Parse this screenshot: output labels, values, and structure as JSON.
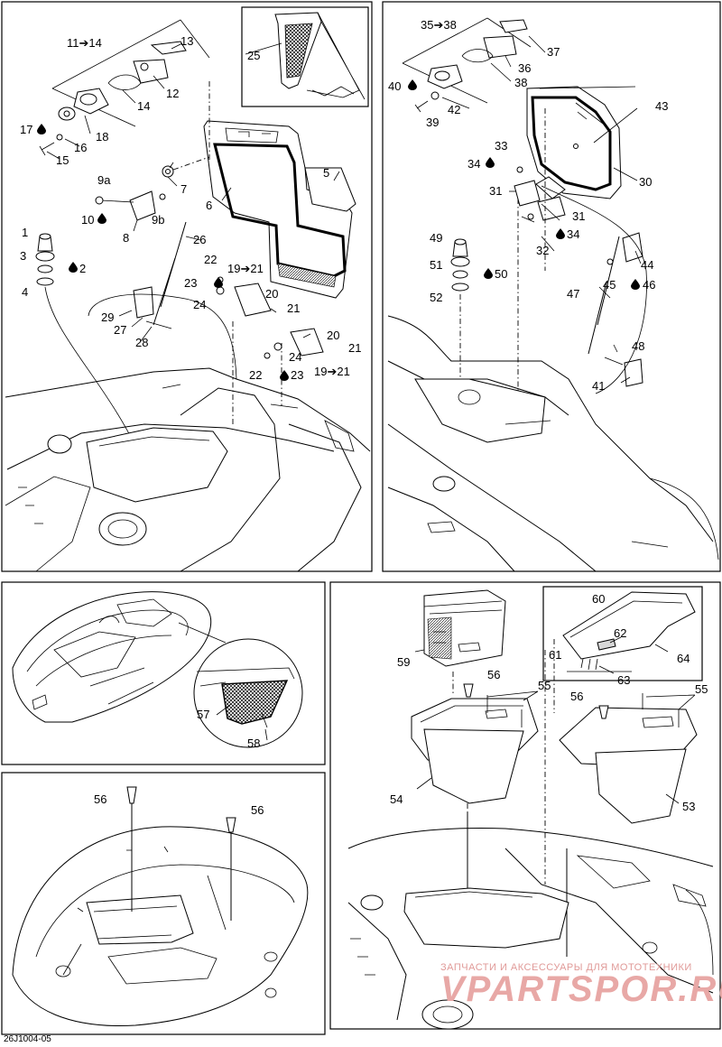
{
  "diagram": {
    "code": "26J1004-05",
    "callouts": {
      "c1": "1",
      "c2": "2",
      "c3": "3",
      "c4": "4",
      "c5": "5",
      "c6": "6",
      "c7": "7",
      "c8": "8",
      "c9a": "9a",
      "c9b": "9b",
      "c10": "10",
      "c11_14": "11➔14",
      "c12": "12",
      "c13": "13",
      "c14": "14",
      "c15": "15",
      "c16": "16",
      "c17": "17",
      "c18": "18",
      "c19_21a": "19➔21",
      "c19_21b": "19➔21",
      "c20a": "20",
      "c20b": "20",
      "c21a": "21",
      "c21b": "21",
      "c22a": "22",
      "c22b": "22",
      "c23a": "23",
      "c23b": "23",
      "c24a": "24",
      "c24b": "24",
      "c25": "25",
      "c26": "26",
      "c27": "27",
      "c28": "28",
      "c29": "29",
      "c30": "30",
      "c31a": "31",
      "c31b": "31",
      "c32": "32",
      "c33": "33",
      "c34a": "34",
      "c34b": "34",
      "c35_38": "35➔38",
      "c36": "36",
      "c37": "37",
      "c38": "38",
      "c39": "39",
      "c40": "40",
      "c41": "41",
      "c42": "42",
      "c43": "43",
      "c44": "44",
      "c45": "45",
      "c46": "46",
      "c47": "47",
      "c48": "48",
      "c49": "49",
      "c50": "50",
      "c51": "51",
      "c52": "52",
      "c53": "53",
      "c54": "54",
      "c55a": "55",
      "c55b": "55",
      "c56a": "56",
      "c56b": "56",
      "c56c": "56",
      "c56d": "56",
      "c57": "57",
      "c58": "58",
      "c59": "59",
      "c60": "60",
      "c61": "61",
      "c62": "62",
      "c63": "63",
      "c64": "64"
    },
    "icons": {
      "lubricant_drop": "drop-icon"
    }
  },
  "watermark": {
    "line1": "ЗАПЧАСТИ И АКСЕССУАРЫ ДЛЯ МОТОТЕХНИКИ",
    "line2": "VPARTSPOR.RU"
  }
}
